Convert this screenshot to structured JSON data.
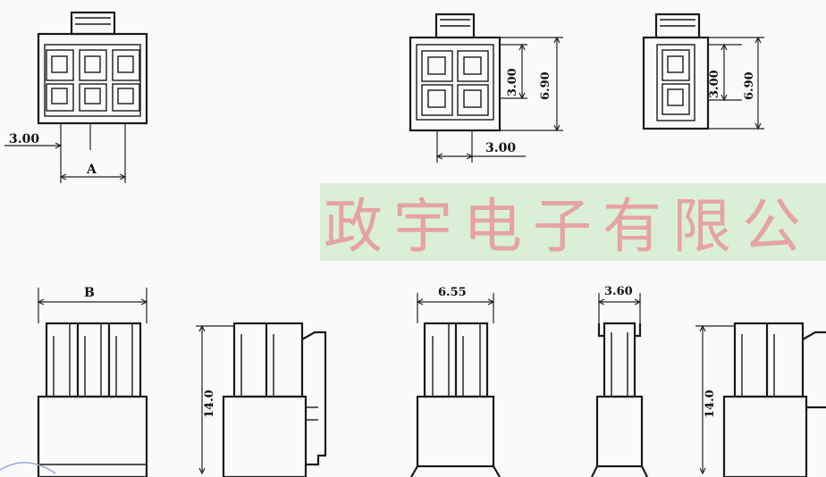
{
  "watermark": {
    "text": "政宇电子有限公",
    "band_color": "#d9f0d6",
    "text_color": "#e6a3a3"
  },
  "labels": {
    "pitch_left": "3.00",
    "dim_a": "A",
    "pitch_mid_h": "3.00",
    "pitch_mid_v": "3.00",
    "height_mid": "6.90",
    "pitch_right_v": "3.00",
    "height_right": "6.90",
    "dim_b": "B",
    "width_front3": "6.55",
    "width_front4": "3.60",
    "height_side1": "14.0",
    "height_side2": "14.0"
  }
}
